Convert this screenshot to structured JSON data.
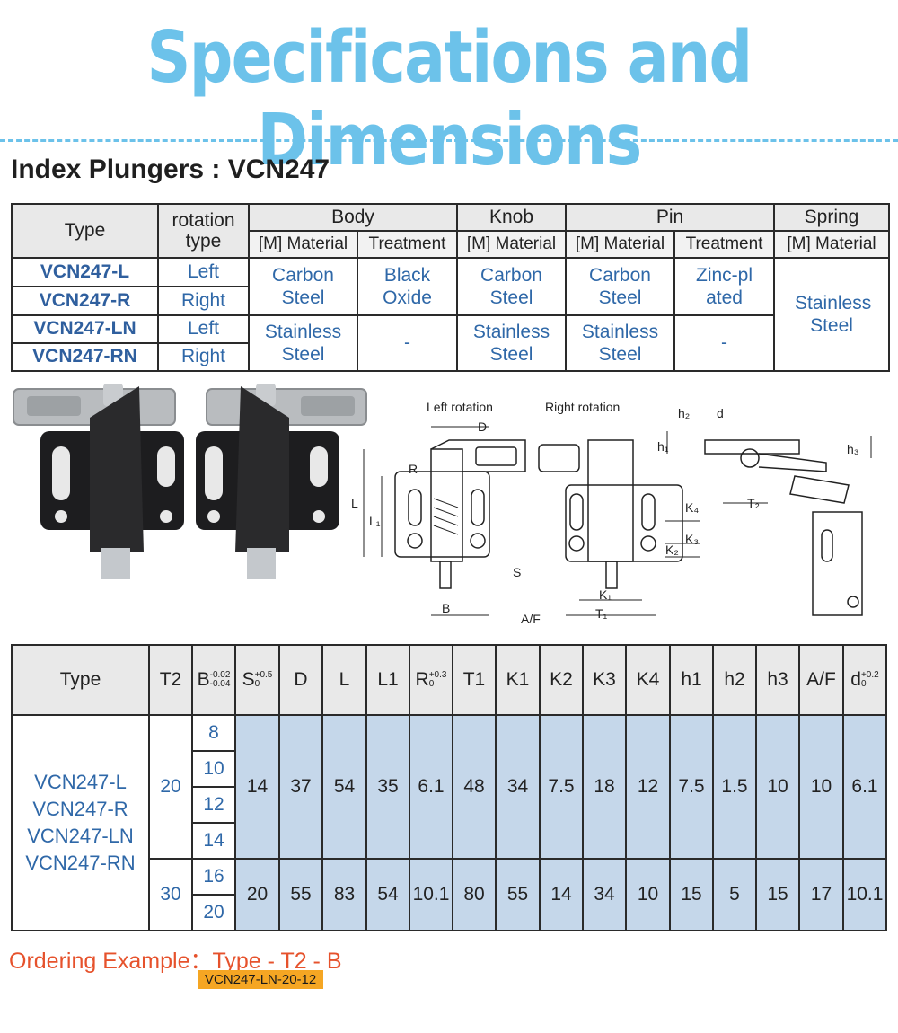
{
  "title": "Specifications and Dimensions",
  "subtitle": "Index Plungers : VCN247",
  "materials_table": {
    "headers": {
      "type": "Type",
      "rotation": "rotation type",
      "body": "Body",
      "knob": "Knob",
      "pin": "Pin",
      "spring": "Spring",
      "m_material": "[M] Material",
      "treatment": "Treatment"
    },
    "rows": [
      {
        "type": "VCN247-L",
        "rotation": "Left"
      },
      {
        "type": "VCN247-R",
        "rotation": "Right"
      },
      {
        "type": "VCN247-LN",
        "rotation": "Left"
      },
      {
        "type": "VCN247-RN",
        "rotation": "Right"
      }
    ],
    "group1": {
      "body_material": "Carbon Steel",
      "body_treatment": "Black Oxide",
      "knob_material": "Carbon Steel",
      "pin_material": "Carbon Steel",
      "pin_treatment": "Zinc-plated"
    },
    "group2": {
      "body_material": "Stainless Steel",
      "body_treatment": "-",
      "knob_material": "Stainless Steel",
      "pin_material": "Stainless Steel",
      "pin_treatment": "-"
    },
    "spring_material": "Stainless Steel"
  },
  "drawing_labels": {
    "left_rotation": "Left rotation",
    "right_rotation": "Right rotation",
    "D": "D",
    "R": "R",
    "L": "L",
    "L1": "L₁",
    "S": "S",
    "B": "B",
    "AF": "A/F",
    "K1": "K₁",
    "K2": "K₂",
    "K3": "K₃",
    "K4": "K₄",
    "T1": "T₁",
    "T2": "T₂",
    "h1": "h₁",
    "h2": "h₂",
    "h3": "h₃",
    "d": "d"
  },
  "dim_table": {
    "headers": {
      "type": "Type",
      "t2": "T2",
      "b": "B",
      "b_tol_top": "-0.02",
      "b_tol_bot": "-0.04",
      "s": "S",
      "s_tol_top": "+0.5",
      "s_tol_bot": "0",
      "D": "D",
      "L": "L",
      "L1": "L1",
      "r": "R",
      "r_tol_top": "+0.3",
      "r_tol_bot": "0",
      "T1": "T1",
      "K1": "K1",
      "K2": "K2",
      "K3": "K3",
      "K4": "K4",
      "h1": "h1",
      "h2": "h2",
      "h3": "h3",
      "AF": "A/F",
      "d": "d",
      "d_tol_top": "+0.2",
      "d_tol_bot": "0"
    },
    "types": [
      "VCN247-L",
      "VCN247-R",
      "VCN247-LN",
      "VCN247-RN"
    ],
    "groups": [
      {
        "t2": "20",
        "b": [
          "8",
          "10",
          "12",
          "14"
        ],
        "s": "14",
        "D": "37",
        "L": "54",
        "L1": "35",
        "R": "6.1",
        "T1": "48",
        "K1": "34",
        "K2": "7.5",
        "K3": "18",
        "K4": "12",
        "h1": "7.5",
        "h2": "1.5",
        "h3": "10",
        "AF": "10",
        "d": "6.1"
      },
      {
        "t2": "30",
        "b": [
          "16",
          "20"
        ],
        "s": "20",
        "D": "55",
        "L": "83",
        "L1": "54",
        "R": "10.1",
        "T1": "80",
        "K1": "55",
        "K2": "14",
        "K3": "34",
        "K4": "10",
        "h1": "15",
        "h2": "5",
        "h3": "15",
        "AF": "17",
        "d": "10.1"
      }
    ]
  },
  "ordering": {
    "label": "Ordering Example：Type - T2 - B",
    "example": "VCN247-LN-20-12"
  }
}
